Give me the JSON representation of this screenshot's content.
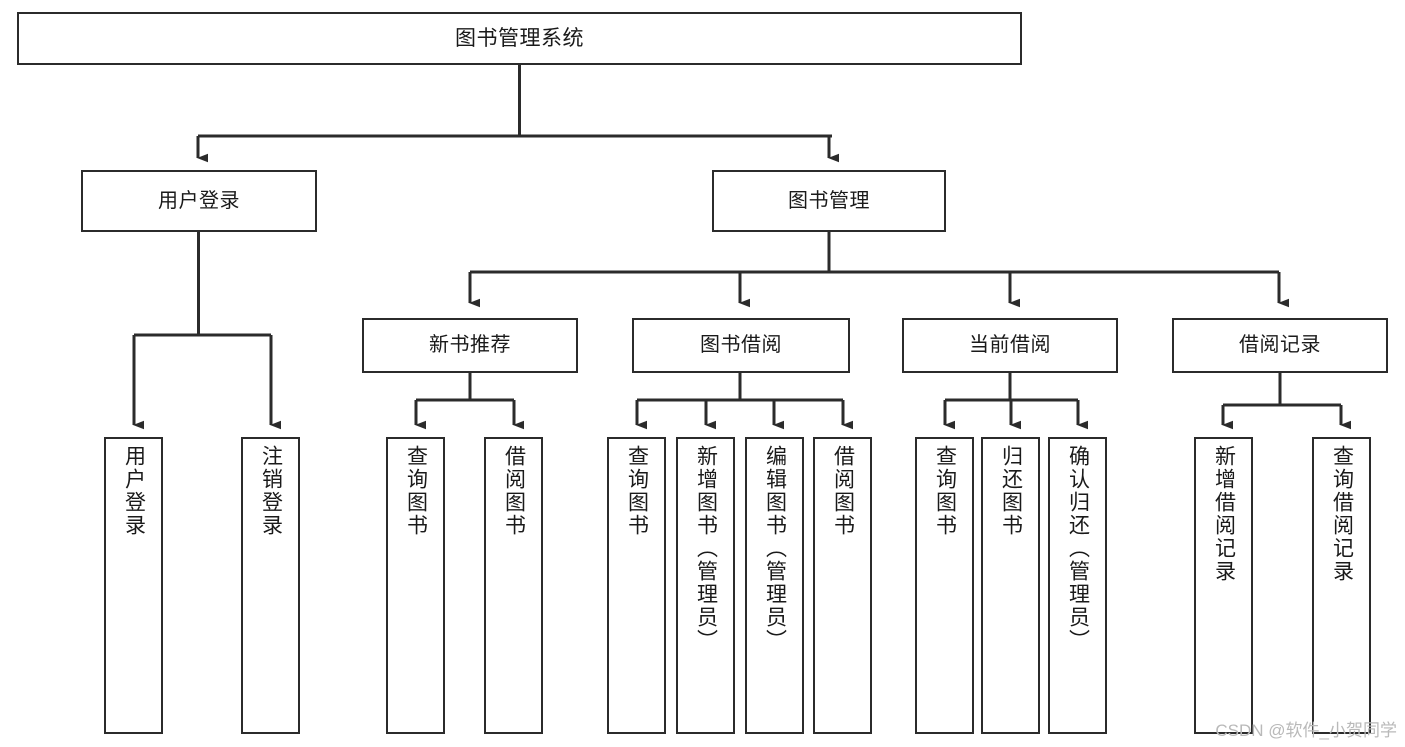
{
  "diagram": {
    "type": "tree-hierarchy",
    "title": "图书管理系统",
    "orientation": "top-down",
    "colors": {
      "box_border": "#2b2b2b",
      "box_fill": "#ffffff",
      "edge": "#2b2b2b",
      "text": "#1a1a1a",
      "watermark": "#b9b9b9",
      "background": "#ffffff"
    }
  },
  "watermark": {
    "text": "CSDN @软件_小贺同学"
  },
  "nodes": {
    "root": {
      "label": "图书管理系统"
    },
    "level2": [
      {
        "id": "user-login",
        "label": "用户登录"
      },
      {
        "id": "book-management",
        "label": "图书管理"
      }
    ],
    "level3": [
      {
        "id": "new-book-recommend",
        "label": "新书推荐"
      },
      {
        "id": "book-borrow",
        "label": "图书借阅"
      },
      {
        "id": "current-borrow",
        "label": "当前借阅"
      },
      {
        "id": "borrow-record",
        "label": "借阅记录"
      }
    ],
    "leaves": {
      "user_login": [
        {
          "id": "leaf-user-login",
          "label": "用户登录"
        },
        {
          "id": "leaf-logout-login",
          "label": "注销登录"
        }
      ],
      "new_book_recommend": [
        {
          "id": "leaf-query-book-1",
          "label": "查询图书"
        },
        {
          "id": "leaf-borrow-book-1",
          "label": "借阅图书"
        }
      ],
      "book_borrow": [
        {
          "id": "leaf-query-book-2",
          "label": "查询图书"
        },
        {
          "id": "leaf-add-book",
          "label": "新增图书（管理员）"
        },
        {
          "id": "leaf-edit-book",
          "label": "编辑图书（管理员）"
        },
        {
          "id": "leaf-borrow-book-2",
          "label": "借阅图书"
        }
      ],
      "current_borrow": [
        {
          "id": "leaf-query-book-3",
          "label": "查询图书"
        },
        {
          "id": "leaf-return-book",
          "label": "归还图书"
        },
        {
          "id": "leaf-confirm-return",
          "label": "确认归还（管理员）"
        }
      ],
      "borrow_record": [
        {
          "id": "leaf-add-record",
          "label": "新增借阅记录"
        },
        {
          "id": "leaf-query-record",
          "label": "查询借阅记录"
        }
      ]
    }
  }
}
